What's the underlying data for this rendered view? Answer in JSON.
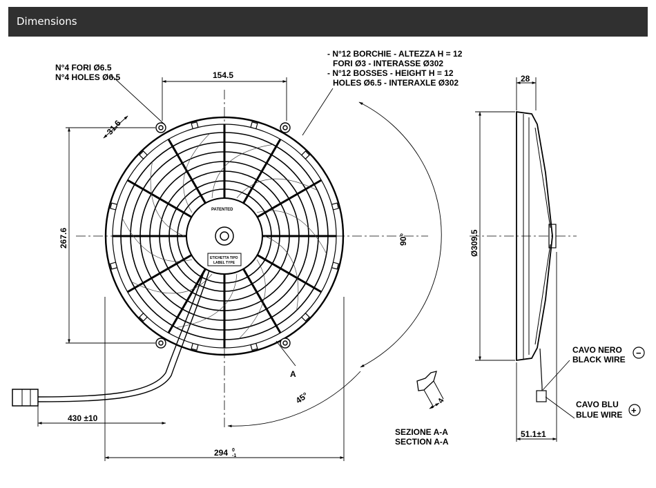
{
  "header": {
    "title": "Dimensions"
  },
  "notes": {
    "holes_it": "N°4 FORI Ø6.5",
    "holes_en": "N°4 HOLES Ø6.5",
    "bosses_it_1": "- N°12 BORCHIE - ALTEZZA H = 12",
    "bosses_it_2": "FORI Ø3 - INTERASSE Ø302",
    "bosses_en_1": "- N°12 BOSSES - HEIGHT H = 12",
    "bosses_en_2": "HOLES Ø6.5 - INTERAXLE Ø302"
  },
  "dimensions": {
    "top_width": "154.5",
    "slot": "31.6",
    "height": "267.6",
    "angle_90": "90°",
    "angle_45": "45°",
    "section_marker": "A",
    "cable_length": "430 ±10",
    "overall_width": "294",
    "overall_tol_top": "0",
    "overall_tol_bottom": "-1",
    "depth": "28",
    "diameter": "Ø309.5",
    "side_depth": "51.1±1",
    "section_dim": "4"
  },
  "hub_labels": {
    "patented": "PATENTED",
    "label_it": "ETICHETTA TIPO",
    "label_en": "LABEL TYPE"
  },
  "section": {
    "it": "SEZIONE A-A",
    "en": "SECTION A-A"
  },
  "wires": {
    "black_it": "CAVO NERO",
    "black_en": "BLACK WIRE",
    "black_symbol": "−",
    "blue_it": "CAVO BLU",
    "blue_en": "BLUE WIRE",
    "blue_symbol": "+"
  }
}
